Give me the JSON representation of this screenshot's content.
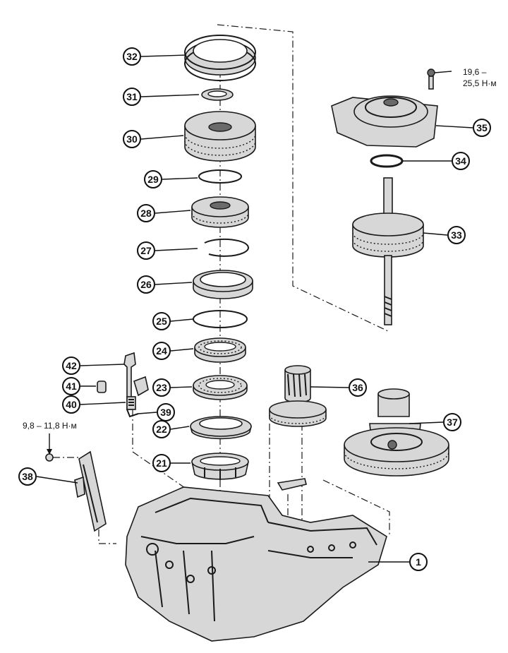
{
  "callouts": {
    "c32": "32",
    "c31": "31",
    "c30": "30",
    "c29": "29",
    "c28": "28",
    "c27": "27",
    "c26": "26",
    "c25": "25",
    "c24": "24",
    "c23": "23",
    "c22": "22",
    "c21": "21",
    "c42": "42",
    "c41": "41",
    "c40": "40",
    "c39": "39",
    "c38": "38",
    "c35": "35",
    "c34": "34",
    "c33": "33",
    "c36": "36",
    "c37": "37",
    "c1": "1"
  },
  "torque": {
    "cover_bolt_line1": "19,6 –",
    "cover_bolt_line2": "25,5 Н·м",
    "strainer_bolt": "9,8 – 11,8 Н·м"
  }
}
